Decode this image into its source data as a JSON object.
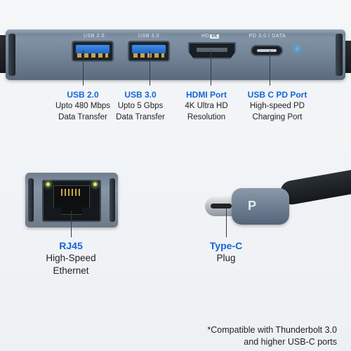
{
  "hub": {
    "port_labels": {
      "usb2": "USB 2.0",
      "usb3": "USB 3.0",
      "hdmi_prefix": "HD",
      "hdmi_badge": "4K",
      "pd": "PD 3.0 / DATA"
    }
  },
  "ports": [
    {
      "title": "USB 2.0",
      "line1": "Upto 480 Mbps",
      "line2": "Data Transfer"
    },
    {
      "title": "USB 3.0",
      "line1": "Upto 5 Gbps",
      "line2": "Data Transfer"
    },
    {
      "title": "HDMI Port",
      "line1": "4K Ultra HD",
      "line2": "Resolution"
    },
    {
      "title": "USB C PD Port",
      "line1": "High-speed PD",
      "line2": "Charging Port"
    }
  ],
  "rj45": {
    "title": "RJ45",
    "line1": "High-Speed",
    "line2": "Ethernet"
  },
  "typec": {
    "title": "Type-C",
    "line1": "Plug",
    "logo": "P"
  },
  "footnote": {
    "line1": "*Compatible with Thunderbolt 3.0",
    "line2": "and higher USB-C ports"
  },
  "colors": {
    "accent": "#1565d8",
    "hub_metal": "#7486a0",
    "led_blue": "#4ab8ff",
    "led_green": "#d7f07a"
  }
}
